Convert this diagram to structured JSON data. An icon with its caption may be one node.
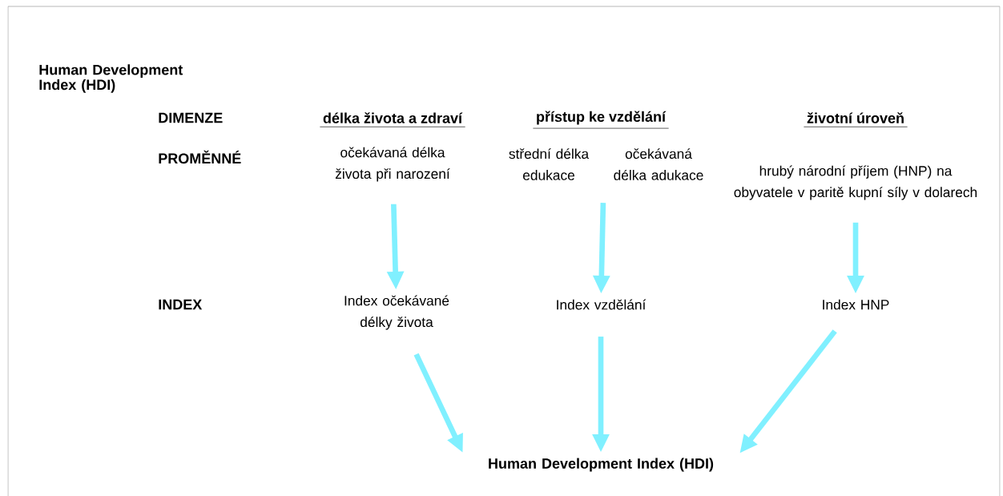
{
  "diagram": {
    "title": "Human Development Index (HDI)",
    "nodes": [
      {
        "text": [
          "očekávaná délka života při narození"
        ]
      },
      {
        "text": [
          "střední délka edukace"
        ]
      },
      {
        "text": [
          "očekávaná délka adukace"
        ]
      },
      {
        "text": [
          "hrubý národní příjem (HNP) na obyvatele v paritě kupní síly v dolarech"
        ]
      },
      {
        "text": [
          "Index očekávané délky života"
        ]
      },
      {
        "text": [
          "Index vzdělání"
        ]
      },
      {
        "text": [
          "Index HNP"
        ]
      },
      {
        "text": [
          "Human Development Index (HDI)"
        ]
      }
    ],
    "edges": [
      {
        "from": 0,
        "to": 4,
        "arrow": "to"
      },
      {
        "from": 1,
        "to": 5,
        "arrow": "to"
      },
      {
        "from": 2,
        "to": 5,
        "arrow": "to"
      },
      {
        "from": 3,
        "to": 6,
        "arrow": "to"
      },
      {
        "from": 4,
        "to": 7,
        "arrow": "to"
      },
      {
        "from": 5,
        "to": 7,
        "arrow": "to"
      },
      {
        "from": 6,
        "to": 7,
        "arrow": "to"
      }
    ],
    "labels": [
      "DIMENZE",
      "délka života a zdraví",
      "přístup ke vzdělání",
      "životní úroveň",
      "PROMĚNNÉ",
      "INDEX"
    ]
  }
}
